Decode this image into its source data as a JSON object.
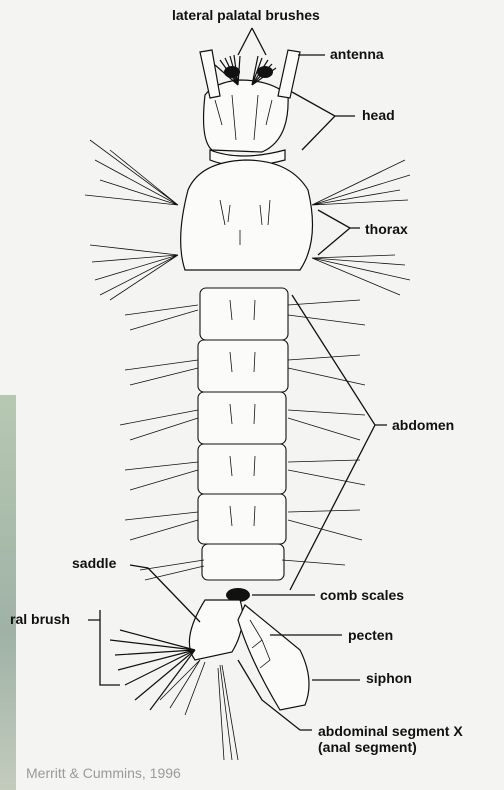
{
  "labels": {
    "lateral_palatal_brushes": "lateral palatal brushes",
    "antenna": "antenna",
    "head": "head",
    "thorax": "thorax",
    "abdomen": "abdomen",
    "saddle": "saddle",
    "comb_scales": "comb scales",
    "ventral_brush_partial": "ral brush",
    "pecten": "pecten",
    "siphon": "siphon",
    "abdominal_segment_x": "abdominal segment X",
    "anal_segment": "(anal segment)"
  },
  "credit": "Merritt & Cummins, 1996"
}
